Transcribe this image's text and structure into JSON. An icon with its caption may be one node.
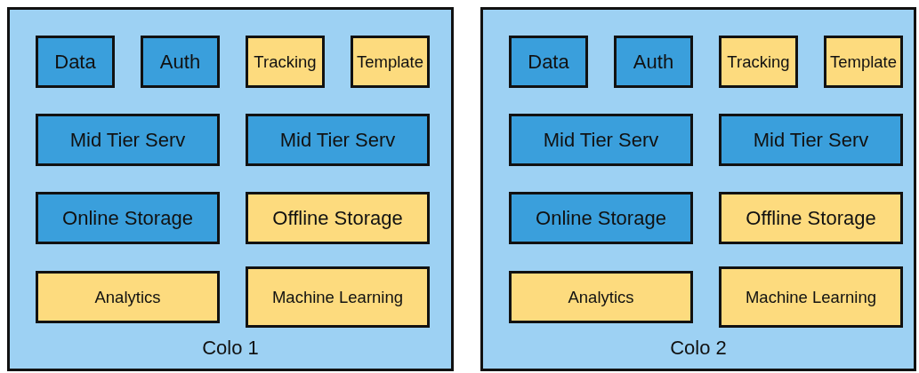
{
  "diagram": {
    "nodes": [
      {
        "text": [
          "Colo 1"
        ]
      },
      {
        "text": [
          "Data"
        ],
        "in": 0
      },
      {
        "text": [
          "Auth"
        ],
        "in": 0
      },
      {
        "text": [
          "Tracking"
        ],
        "in": 0
      },
      {
        "text": [
          "Template"
        ],
        "in": 0
      },
      {
        "text": [
          "Mid Tier Serv"
        ],
        "in": 0
      },
      {
        "text": [
          "Mid Tier Serv"
        ],
        "in": 0
      },
      {
        "text": [
          "Online Storage"
        ],
        "in": 0
      },
      {
        "text": [
          "Offline Storage"
        ],
        "in": 0
      },
      {
        "text": [
          "Analytics"
        ],
        "in": 0
      },
      {
        "text": [
          "Machine Learning"
        ],
        "in": 0
      },
      {
        "text": [
          "Colo 2"
        ]
      },
      {
        "text": [
          "Data"
        ],
        "in": 11
      },
      {
        "text": [
          "Auth"
        ],
        "in": 11
      },
      {
        "text": [
          "Tracking"
        ],
        "in": 11
      },
      {
        "text": [
          "Template"
        ],
        "in": 11
      },
      {
        "text": [
          "Mid Tier Serv"
        ],
        "in": 11
      },
      {
        "text": [
          "Mid Tier Serv"
        ],
        "in": 11
      },
      {
        "text": [
          "Online Storage"
        ],
        "in": 11
      },
      {
        "text": [
          "Offline Storage"
        ],
        "in": 11
      },
      {
        "text": [
          "Analytics"
        ],
        "in": 11
      },
      {
        "text": [
          "Machine Learning"
        ],
        "in": 11
      }
    ]
  }
}
